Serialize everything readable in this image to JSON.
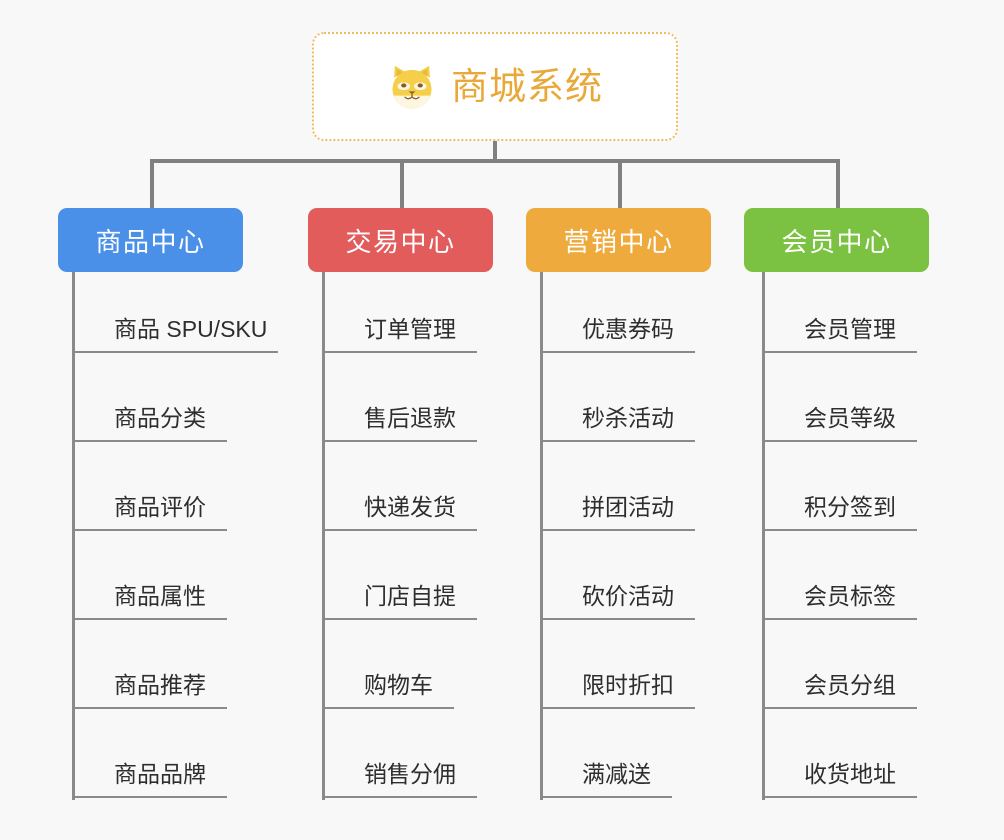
{
  "page": {
    "background_color": "#f8f8f8",
    "connector_color": "#808080",
    "leaf_line_color": "#8a8a8a"
  },
  "root": {
    "title": "商城系统",
    "icon": "shiba-inu-face-icon",
    "text_color": "#e9a93a",
    "border_color": "#f2bc63",
    "background_color": "#ffffff"
  },
  "categories": [
    {
      "label": "商品中心",
      "color": "#4a90e8",
      "items": [
        "商品 SPU/SKU",
        "商品分类",
        "商品评价",
        "商品属性",
        "商品推荐",
        "商品品牌"
      ]
    },
    {
      "label": "交易中心",
      "color": "#e25c5c",
      "items": [
        "订单管理",
        "售后退款",
        "快递发货",
        "门店自提",
        "购物车",
        "销售分佣"
      ]
    },
    {
      "label": "营销中心",
      "color": "#eeaa3c",
      "items": [
        "优惠券码",
        "秒杀活动",
        "拼团活动",
        "砍价活动",
        "限时折扣",
        "满减送"
      ]
    },
    {
      "label": "会员中心",
      "color": "#7cc242",
      "items": [
        "会员管理",
        "会员等级",
        "积分签到",
        "会员标签",
        "会员分组",
        "收货地址"
      ]
    }
  ]
}
